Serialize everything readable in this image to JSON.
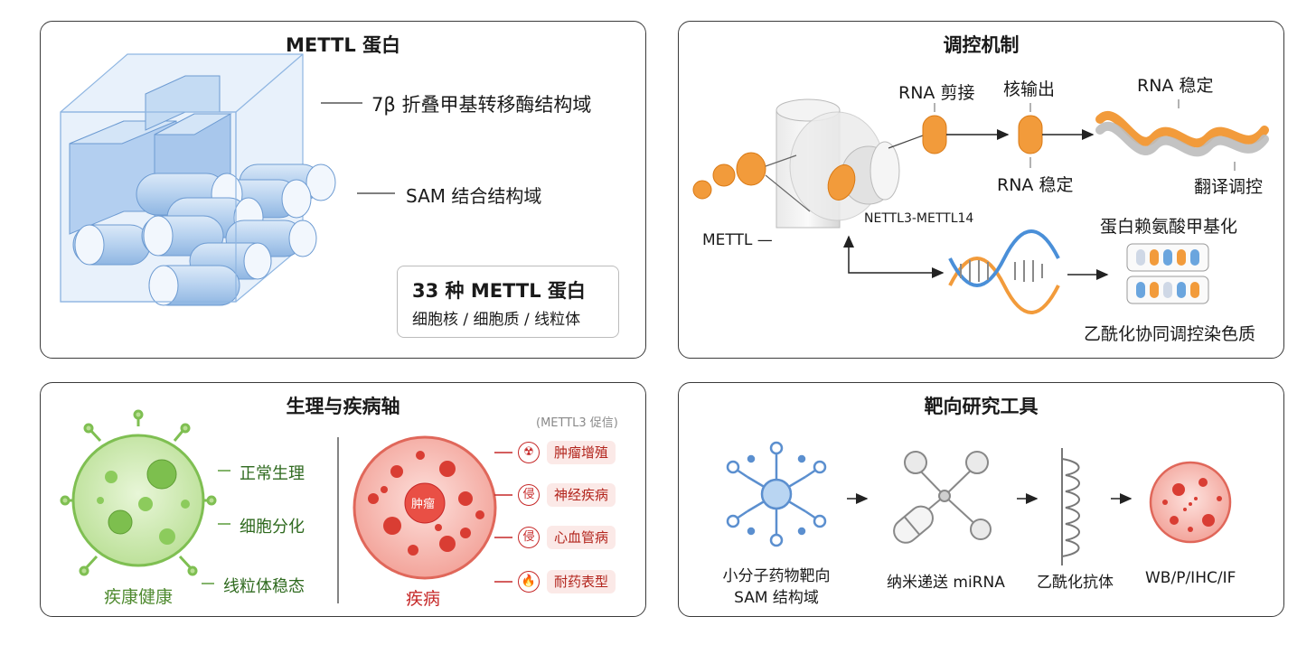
{
  "panels": {
    "mettl": {
      "title": "METTL 蛋白",
      "label_7beta": "7β 折叠甲基转移酶结构域",
      "label_sam": "SAM 结合结构域",
      "box_line1": "33 种 METTL 蛋白",
      "box_line2": "细胞核 / 细胞质 / 线粒体"
    },
    "regulation": {
      "title": "调控机制",
      "rna_splicing": "RNA 剪接",
      "nuclear_export": "核输出",
      "rna_stability_top": "RNA 稳定",
      "rna_stability_mid": "RNA 稳定",
      "translation": "翻译调控",
      "complex": "NETTL3-METTL14",
      "mettl": "METTL —",
      "protein_lysine": "蛋白赖氨酸甲基化",
      "chromatin": "乙酰化协同调控染色质"
    },
    "axis": {
      "title": "生理与疾病轴",
      "healthy_items": [
        "正常生理",
        "细胞分化",
        "线粒体稳态"
      ],
      "healthy_label": "疾康健康",
      "promote_note": "(METTL3 促信)",
      "tumor_cell_text": "肿瘤",
      "disease_icons": [
        "☢",
        "侵",
        "侵",
        "🔥"
      ],
      "disease_items": [
        "肿瘤增殖",
        "神经疾病",
        "心血管病",
        "耐药表型"
      ],
      "disease_label": "疾病"
    },
    "tools": {
      "title": "靶向研究工具",
      "items": [
        "小分子药物靶向\nSAM 结构域",
        "纳米递送 miRNA",
        "乙酰化抗体",
        "WB/P/IHC/IF"
      ]
    }
  },
  "colors": {
    "border": "#3b3b3b",
    "orange": "#f29b3b",
    "blue": "#6aa5de",
    "green": "#5a9a3a",
    "red": "#c62828"
  }
}
